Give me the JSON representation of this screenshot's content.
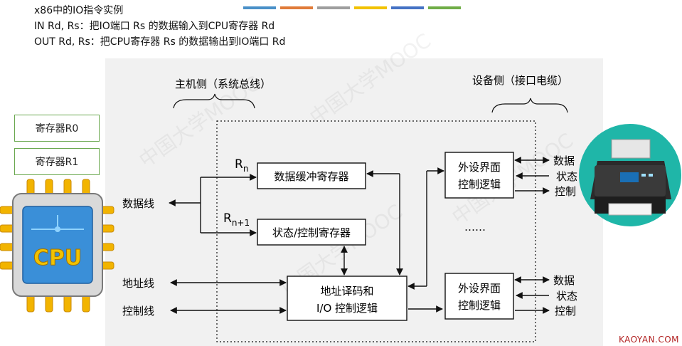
{
  "slide": {
    "title": "x86中的IO指令实例",
    "line_in": "IN Rd, Rs：把IO端口 Rs 的数据输入到CPU寄存器 Rd",
    "line_out": "OUT Rd, Rs：把CPU寄存器 Rs 的数据输出到IO端口 Rd",
    "stripe_colors": [
      "#4a90c8",
      "#e07b39",
      "#9e9e9e",
      "#f2c200",
      "#4472c4",
      "#70ad47"
    ],
    "brand": "KAOYAN.COM"
  },
  "registers": {
    "r0": "寄存器R0",
    "r1": "寄存器R1"
  },
  "cpu": {
    "label": "CPU"
  },
  "diagram": {
    "host_side": "主机侧（系统总线）",
    "device_side": "设备侧（接口电缆）",
    "data_line": "数据线",
    "addr_line": "地址线",
    "ctrl_line": "控制线",
    "rn_base": "R",
    "rn_sub": "n",
    "rn1_base": "R",
    "rn1_sub": "n+1",
    "data_buffer": "数据缓冲寄存器",
    "status_ctrl": "状态/控制寄存器",
    "addr_decode_1": "地址译码和",
    "addr_decode_2": "I/O 控制逻辑",
    "dev_if_1": "外设界面",
    "dev_if_2": "控制逻辑",
    "ellipsis": "……",
    "sig_data": "数据",
    "sig_status": "状态",
    "sig_ctrl": "控制"
  },
  "printer": {
    "icon": "printer-icon"
  },
  "watermark": "中国大学MOOC"
}
